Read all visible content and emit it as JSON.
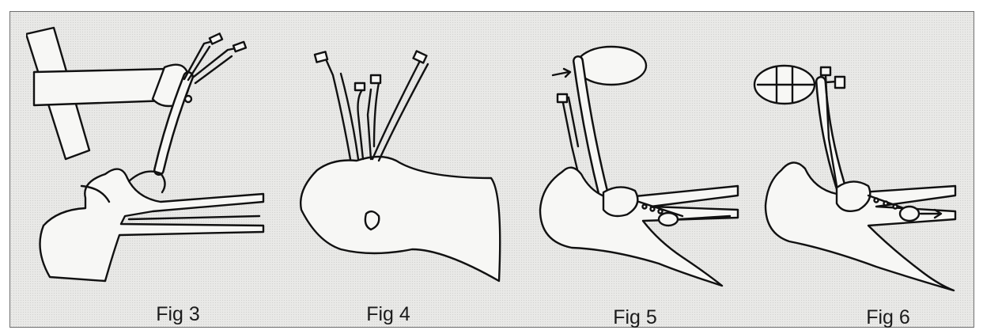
{
  "figures": [
    {
      "caption": "Fig 3"
    },
    {
      "caption": "Fig 4"
    },
    {
      "caption": "Fig 5"
    },
    {
      "caption": "Fig 6"
    }
  ]
}
